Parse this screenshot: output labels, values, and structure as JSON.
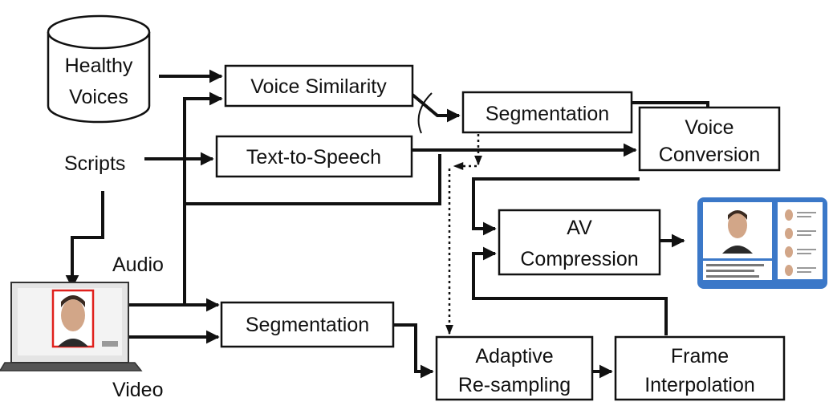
{
  "nodes": {
    "healthy_voices": [
      "Healthy",
      "Voices"
    ],
    "scripts": "Scripts",
    "voice_similarity": "Voice Similarity",
    "text_to_speech": "Text-to-Speech",
    "segmentation_audio": "Segmentation",
    "voice_conversion": [
      "Voice",
      "Conversion"
    ],
    "av_compression": [
      "AV",
      "Compression"
    ],
    "segmentation_video": "Segmentation",
    "adaptive_resampling": [
      "Adaptive",
      "Re-sampling"
    ],
    "frame_interpolation": [
      "Frame",
      "Interpolation"
    ]
  },
  "labels": {
    "audio": "Audio",
    "video": "Video"
  },
  "colors": {
    "output_panel": "#3b78c8",
    "face_box": "#e0201c"
  }
}
